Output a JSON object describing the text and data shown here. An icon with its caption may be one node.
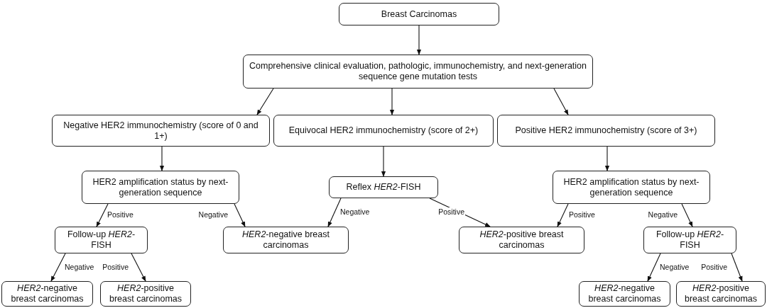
{
  "diagram": {
    "nodes": [
      {
        "text": [
          "Breast Carcinomas"
        ]
      },
      {
        "text": [
          "Comprehensive clinical evaluation, pathologic, immunochemistry, and next-generation sequence gene mutation tests"
        ]
      },
      {
        "text": [
          "Negative HER2 immunochemistry (score of 0 and 1+)"
        ]
      },
      {
        "text": [
          "Equivocal HER2 immunochemistry (score of 2+)"
        ]
      },
      {
        "text": [
          "Positive HER2 immunochemistry (score of 3+)"
        ]
      },
      {
        "text": [
          "HER2 amplification status by next-generation sequence"
        ]
      },
      {
        "text": [
          "Reflex *HER2*-FISH"
        ]
      },
      {
        "text": [
          "HER2 amplification status by next-generation sequence"
        ]
      },
      {
        "text": [
          "Follow-up *HER2*-FISH"
        ]
      },
      {
        "text": [
          "*HER2*-negative breast carcinomas"
        ]
      },
      {
        "text": [
          "*HER2*-positive breast carcinomas"
        ]
      },
      {
        "text": [
          "Follow-up *HER2*-FISH"
        ]
      },
      {
        "text": [
          "*HER2*-negative breast carcinomas"
        ]
      },
      {
        "text": [
          "*HER2*-positive breast carcinomas"
        ]
      },
      {
        "text": [
          "*HER2*-negative breast carcinomas"
        ]
      },
      {
        "text": [
          "*HER2*-positive breast carcinomas"
        ]
      }
    ],
    "edges": [
      {
        "from": 0,
        "to": 1,
        "arrow": "to"
      },
      {
        "from": 1,
        "to": 2,
        "arrow": "to"
      },
      {
        "from": 1,
        "to": 3,
        "arrow": "to"
      },
      {
        "from": 1,
        "to": 4,
        "arrow": "to"
      },
      {
        "from": 2,
        "to": 5,
        "arrow": "to"
      },
      {
        "from": 3,
        "to": 6,
        "arrow": "to"
      },
      {
        "from": 4,
        "to": 7,
        "arrow": "to"
      },
      {
        "from": 5,
        "to": 8,
        "arrow": "to",
        "label": "Positive"
      },
      {
        "from": 5,
        "to": 9,
        "arrow": "to",
        "label": "Negative"
      },
      {
        "from": 6,
        "to": 9,
        "arrow": "to",
        "label": "Negative"
      },
      {
        "from": 6,
        "to": 10,
        "arrow": "to",
        "label": "Positive"
      },
      {
        "from": 7,
        "to": 10,
        "arrow": "to",
        "label": "Positive"
      },
      {
        "from": 7,
        "to": 11,
        "arrow": "to",
        "label": "Negative"
      },
      {
        "from": 8,
        "to": 12,
        "arrow": "to",
        "label": "Negative"
      },
      {
        "from": 8,
        "to": 13,
        "arrow": "to",
        "label": "Positive"
      },
      {
        "from": 11,
        "to": 14,
        "arrow": "to",
        "label": "Negative"
      },
      {
        "from": 11,
        "to": 15,
        "arrow": "to",
        "label": "Positive"
      }
    ]
  }
}
